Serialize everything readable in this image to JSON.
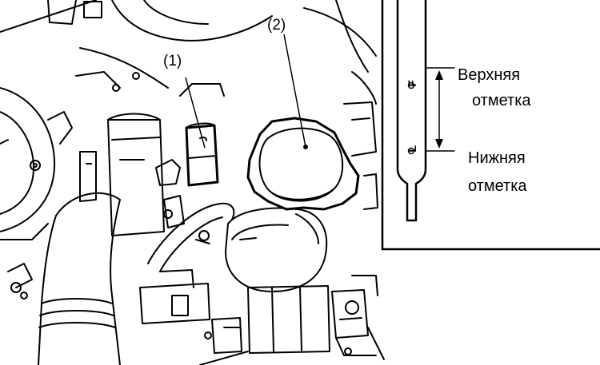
{
  "callouts": {
    "oil_filler_plug": "(1)",
    "oil_filler_cap": "(2)"
  },
  "dipstick": {
    "mark_full": "F",
    "mark_low": "L",
    "upper_label_line1": "Верхняя",
    "upper_label_line2": "отметка",
    "lower_label_line1": "Нижняя",
    "lower_label_line2": "отметка"
  },
  "colors": {
    "ink": "#000000",
    "paper": "#ffffff"
  }
}
